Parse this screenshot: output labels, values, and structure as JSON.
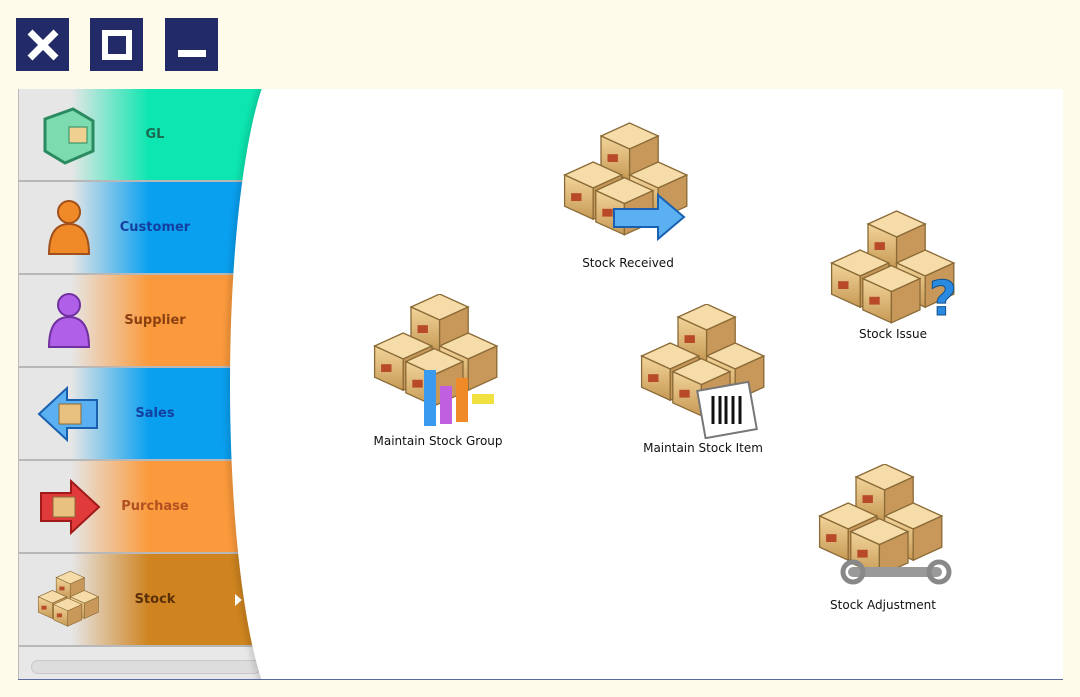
{
  "window_controls": {
    "close": "close-icon",
    "maximize": "maximize-icon",
    "minimize": "minimize-icon"
  },
  "sidebar": {
    "items": [
      {
        "label": "GL",
        "color": "#0de6b0",
        "text": "#1b6a50"
      },
      {
        "label": "Customer",
        "color": "#0aa0f0",
        "text": "#1340a0"
      },
      {
        "label": "Supplier",
        "color": "#fb9a3c",
        "text": "#8a4010"
      },
      {
        "label": "Sales",
        "color": "#0aa0f0",
        "text": "#1340a0"
      },
      {
        "label": "Purchase",
        "color": "#fb9a3c",
        "text": "#b05020"
      },
      {
        "label": "Stock",
        "color": "#cf8420",
        "text": "#5a3008"
      }
    ],
    "selected": "Stock"
  },
  "main": {
    "items": [
      {
        "label": "Stock Received"
      },
      {
        "label": "Stock Issue"
      },
      {
        "label": "Maintain Stock Group"
      },
      {
        "label": "Maintain Stock Item"
      },
      {
        "label": "Stock Adjustment"
      }
    ]
  }
}
